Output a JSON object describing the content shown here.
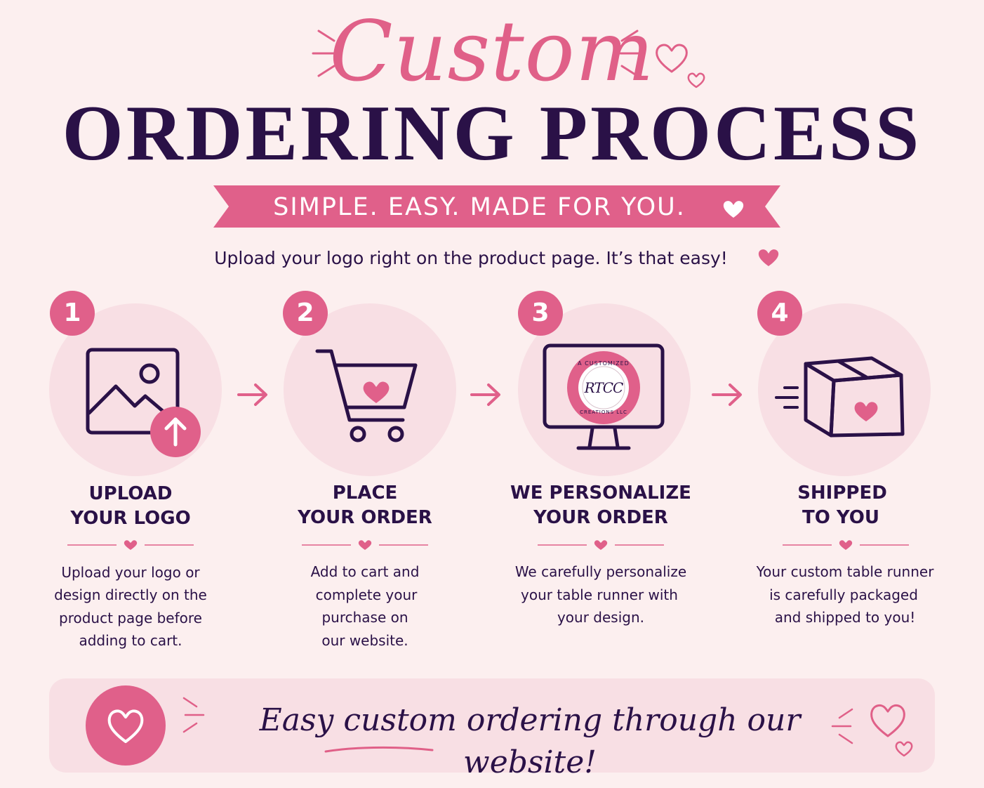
{
  "header": {
    "script_title": "Custom",
    "main_title": "ORDERING PROCESS",
    "ribbon_text": "SIMPLE. EASY. MADE FOR YOU.",
    "subtitle": "Upload your logo right on the product page. It’s that easy!"
  },
  "steps": [
    {
      "number": "1",
      "title_line1": "UPLOAD",
      "title_line2": "YOUR LOGO",
      "desc_lines": [
        "Upload your logo or",
        "design directly on the",
        "product page before",
        "adding to cart."
      ],
      "icon": "image-upload-icon"
    },
    {
      "number": "2",
      "title_line1": "PLACE",
      "title_line2": "YOUR ORDER",
      "desc_lines": [
        "Add to cart and",
        "complete your",
        "purchase on",
        "our website."
      ],
      "icon": "shopping-cart-icon"
    },
    {
      "number": "3",
      "title_line1": "WE PERSONALIZE",
      "title_line2": "YOUR ORDER",
      "desc_lines": [
        "We carefully personalize",
        "your table runner with",
        "your design."
      ],
      "icon": "monitor-icon",
      "logo_center": "RTCC",
      "logo_ring_top": "A CUSTOMIZED",
      "logo_ring_bottom": "CREATIONS LLC"
    },
    {
      "number": "4",
      "title_line1": "SHIPPED",
      "title_line2": "TO YOU",
      "desc_lines": [
        "Your custom table runner",
        "is carefully packaged",
        "and shipped to you!"
      ],
      "icon": "shipping-box-icon"
    }
  ],
  "footer": {
    "text": "Easy custom ordering through our website!"
  },
  "colors": {
    "background": "#fcefef",
    "accent_pink": "#e0608a",
    "navy": "#2a1147",
    "circle_bg": "#f8dfe4"
  }
}
